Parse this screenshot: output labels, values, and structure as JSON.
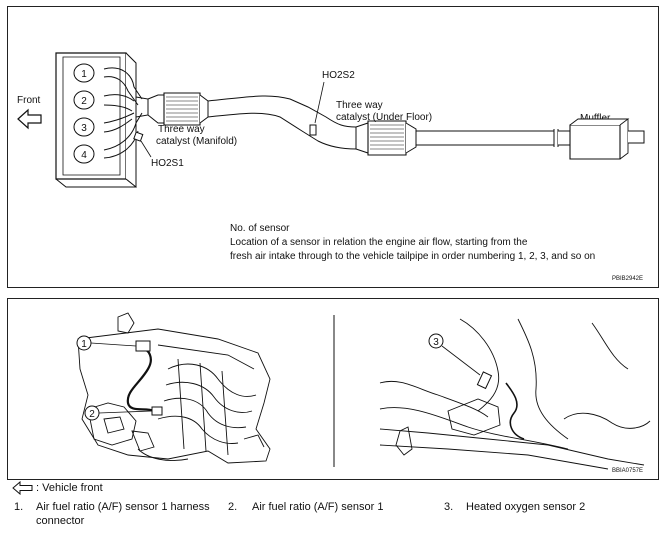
{
  "top_diagram": {
    "front_label": "Front",
    "cylinders": [
      "1",
      "2",
      "3",
      "4"
    ],
    "ho2s2_label": "HO2S2",
    "twc_under_floor_line1": "Three way",
    "twc_under_floor_line2": "catalyst (Under Floor)",
    "muffler_label": "Muffler",
    "twc_manifold_line1": "Three way",
    "twc_manifold_line2": "catalyst (Manifold)",
    "ho2s1_label": "HO2S1",
    "note_line1": "No. of sensor",
    "note_line2": "Location of a sensor in relation the engine air flow, starting from the",
    "note_line3": "fresh air intake through to the vehicle tailpipe in order numbering 1, 2, 3, and so on",
    "figure_code": "PBIB2942E"
  },
  "bottom_diagram": {
    "callouts": [
      "1",
      "2",
      "3"
    ],
    "figure_code": "BBIA0757E"
  },
  "legend": {
    "vehicle_front": ": Vehicle front",
    "items": [
      {
        "num": "1.",
        "line1": "Air fuel ratio (A/F) sensor 1 harness",
        "line2": "connector"
      },
      {
        "num": "2.",
        "line1": "Air fuel ratio (A/F) sensor 1",
        "line2": ""
      },
      {
        "num": "3.",
        "line1": "Heated oxygen sensor 2",
        "line2": ""
      }
    ]
  }
}
